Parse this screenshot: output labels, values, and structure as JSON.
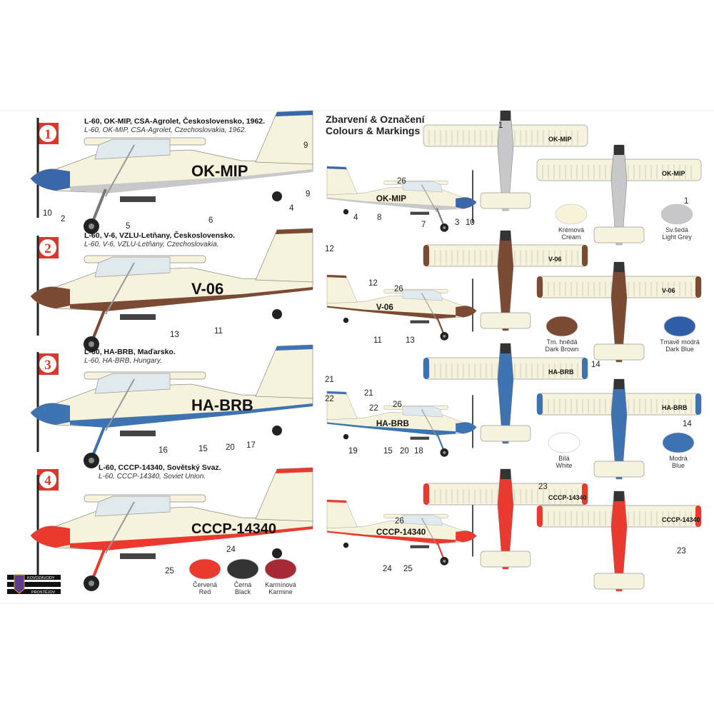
{
  "heading": {
    "line1": "Zbarvení & Označení",
    "line2": "Colours & Markings"
  },
  "schemes": [
    {
      "badge": "1",
      "title_cz": "L-60, OK-MIP, CSA-Agrolet, Československo, 1962.",
      "title_en": "L-60, OK-MIP, CSA-Agrolet, Czechoslovakia, 1962.",
      "registration": "OK-MIP",
      "base": "#f7f2dc",
      "trim": "#3a67a8",
      "under": "#c8c8ca",
      "callouts": [
        "10",
        "2",
        "5",
        "6",
        "4",
        "9",
        "1",
        "9",
        "26",
        "4",
        "8",
        "7",
        "3",
        "10",
        "1"
      ]
    },
    {
      "badge": "2",
      "title_cz": "L-60, V-6, VZLU-Letňany,  Československo.",
      "title_en": "L-60, V-6, VZLU-Letňany,  Czechoslovakia.",
      "registration": "V-06",
      "base": "#f7f2dc",
      "trim": "#7b4a33",
      "under": "#7b4a33",
      "callouts": [
        "12",
        "13",
        "11",
        "12",
        "26",
        "11",
        "13"
      ]
    },
    {
      "badge": "3",
      "title_cz": "L-60, HA-BRB, Maďarsko.",
      "title_en": "L-60, HA-BRB, Hungary.",
      "registration": "HA-BRB",
      "base": "#f7f2dc",
      "trim": "#3d73b0",
      "under": "#3d73b0",
      "callouts": [
        "21",
        "22",
        "16",
        "15",
        "20",
        "17",
        "21",
        "22",
        "26",
        "19",
        "15",
        "20",
        "18",
        "14",
        "14"
      ]
    },
    {
      "badge": "4",
      "title_cz": "L-60, CCCP-14340, Sovětský Svaz.",
      "title_en": "L-60, CCCP-14340, Soviet Union.",
      "registration": "CCCP-14340",
      "base": "#f7f2dc",
      "trim": "#ea3a30",
      "under": "#ea3a30",
      "callouts": [
        "25",
        "24",
        "26",
        "24",
        "25",
        "23",
        "23"
      ]
    }
  ],
  "swatches": [
    {
      "cz": "Krémová",
      "en": "Cream",
      "color": "#f8f2d8"
    },
    {
      "cz": "Sv.šedá",
      "en": "Light Grey",
      "color": "#c6c6c8"
    },
    {
      "cz": "Tm. hnědá",
      "en": "Dark Brown",
      "color": "#7b4a33"
    },
    {
      "cz": "Tmavě modrá",
      "en": "Dark Blue",
      "color": "#2f5ea8"
    },
    {
      "cz": "Bílá",
      "en": "White",
      "color": "#ffffff"
    },
    {
      "cz": "Modrá",
      "en": "Blue",
      "color": "#3d73b0"
    },
    {
      "cz": "Červená",
      "en": "Red",
      "color": "#ea3a30"
    },
    {
      "cz": "Černá",
      "en": "Black",
      "color": "#333333"
    },
    {
      "cz": "Karmínová",
      "en": "Karmine",
      "color": "#a52a35"
    }
  ],
  "logo": {
    "top": "KOVOZÁVODY",
    "bottom": "PROSTĚJOV"
  }
}
